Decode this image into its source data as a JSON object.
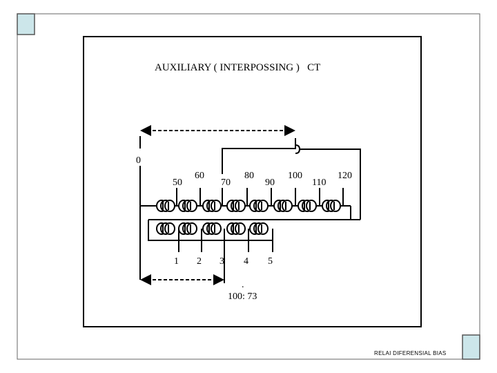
{
  "title": "AUXILIARY ( INTERPOSSING )   CT",
  "top_taps": [
    "0",
    "50",
    "60",
    "70",
    "80",
    "90",
    "100",
    "110",
    "120"
  ],
  "bottom_taps": [
    "1",
    "2",
    "3",
    "4",
    "5"
  ],
  "ratio_dot": ".",
  "ratio": "100: 73",
  "footer": "RELAI DIFERENSIAL BIAS",
  "colors": {
    "line": "#000000",
    "corner_fill": "#cce6ea",
    "corner_border": "#555555"
  },
  "icons": [
    "double-arrow",
    "winding-coil"
  ]
}
